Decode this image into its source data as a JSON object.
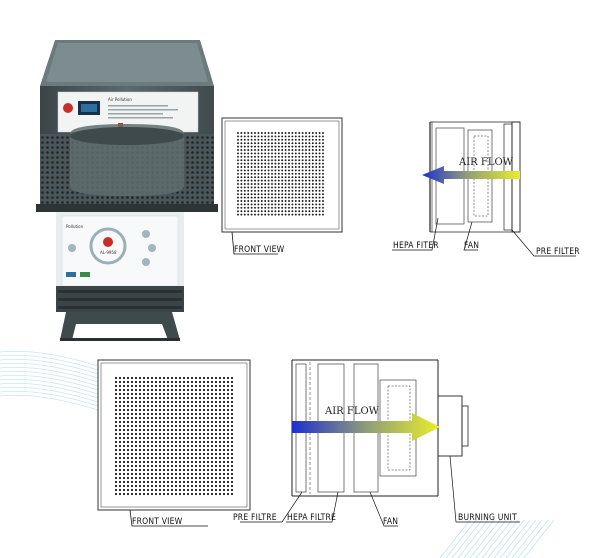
{
  "colors": {
    "airflow_blue": "#1d2fd0",
    "airflow_yellow": "#e8ee2a",
    "unit_body": "#4e5b5e",
    "swoosh": "#bfe3f2"
  },
  "product_photo": {
    "panel_brand_top": "Air Pollution",
    "panel_brand_bottom": "Pollution",
    "panel_model": "AL-9958"
  },
  "top_diagram": {
    "front_view_label": "FRONT VIEW",
    "airflow_label": "AIR FLOW",
    "labels": {
      "hepa": "HEPA FITER",
      "fan": "FAN",
      "pre": "PRE FILTER"
    }
  },
  "bottom_diagram": {
    "front_view_label": "FRONT VIEW",
    "airflow_label": "AIR FLOW",
    "labels": {
      "pre": "PRE FILTRE",
      "hepa": "HEPA FILTRE",
      "fan": "FAN",
      "burning": "BURNING UNIT"
    }
  }
}
